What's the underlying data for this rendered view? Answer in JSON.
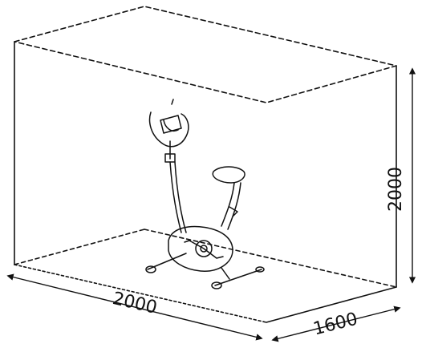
{
  "diagram": {
    "dimensions": {
      "length": "2000",
      "width": "1600",
      "height": "2000"
    },
    "colors": {
      "line": "#111111",
      "background": "#ffffff"
    }
  }
}
